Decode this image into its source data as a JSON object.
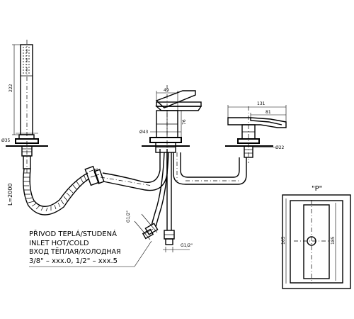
{
  "dimensions": {
    "hand_shower_length": "222",
    "hand_shower_diameter": "Ø35",
    "hose_length": "L=2000",
    "mixer_width": "49",
    "mixer_height": "76",
    "mixer_base_diameter": "Ø43",
    "spout_length": "131",
    "spout_outlet_length": "81",
    "spout_base_diameter": "Ø22",
    "thread_hot": "G1/2\"",
    "thread_cold": "G1/2\"",
    "detail_width": "165",
    "detail_height": "185"
  },
  "inlet_label": {
    "line1": "PŘIVOD TEPLÁ/STUDENÁ",
    "line2": "INLET HOT/COLD",
    "line3": "ВХОД ТЁПЛАЯ/ХОЛОДНАЯ",
    "line4": "3/8\" – xxx.0, 1/2\" – xxx.5"
  },
  "detail_label": "\"P\""
}
